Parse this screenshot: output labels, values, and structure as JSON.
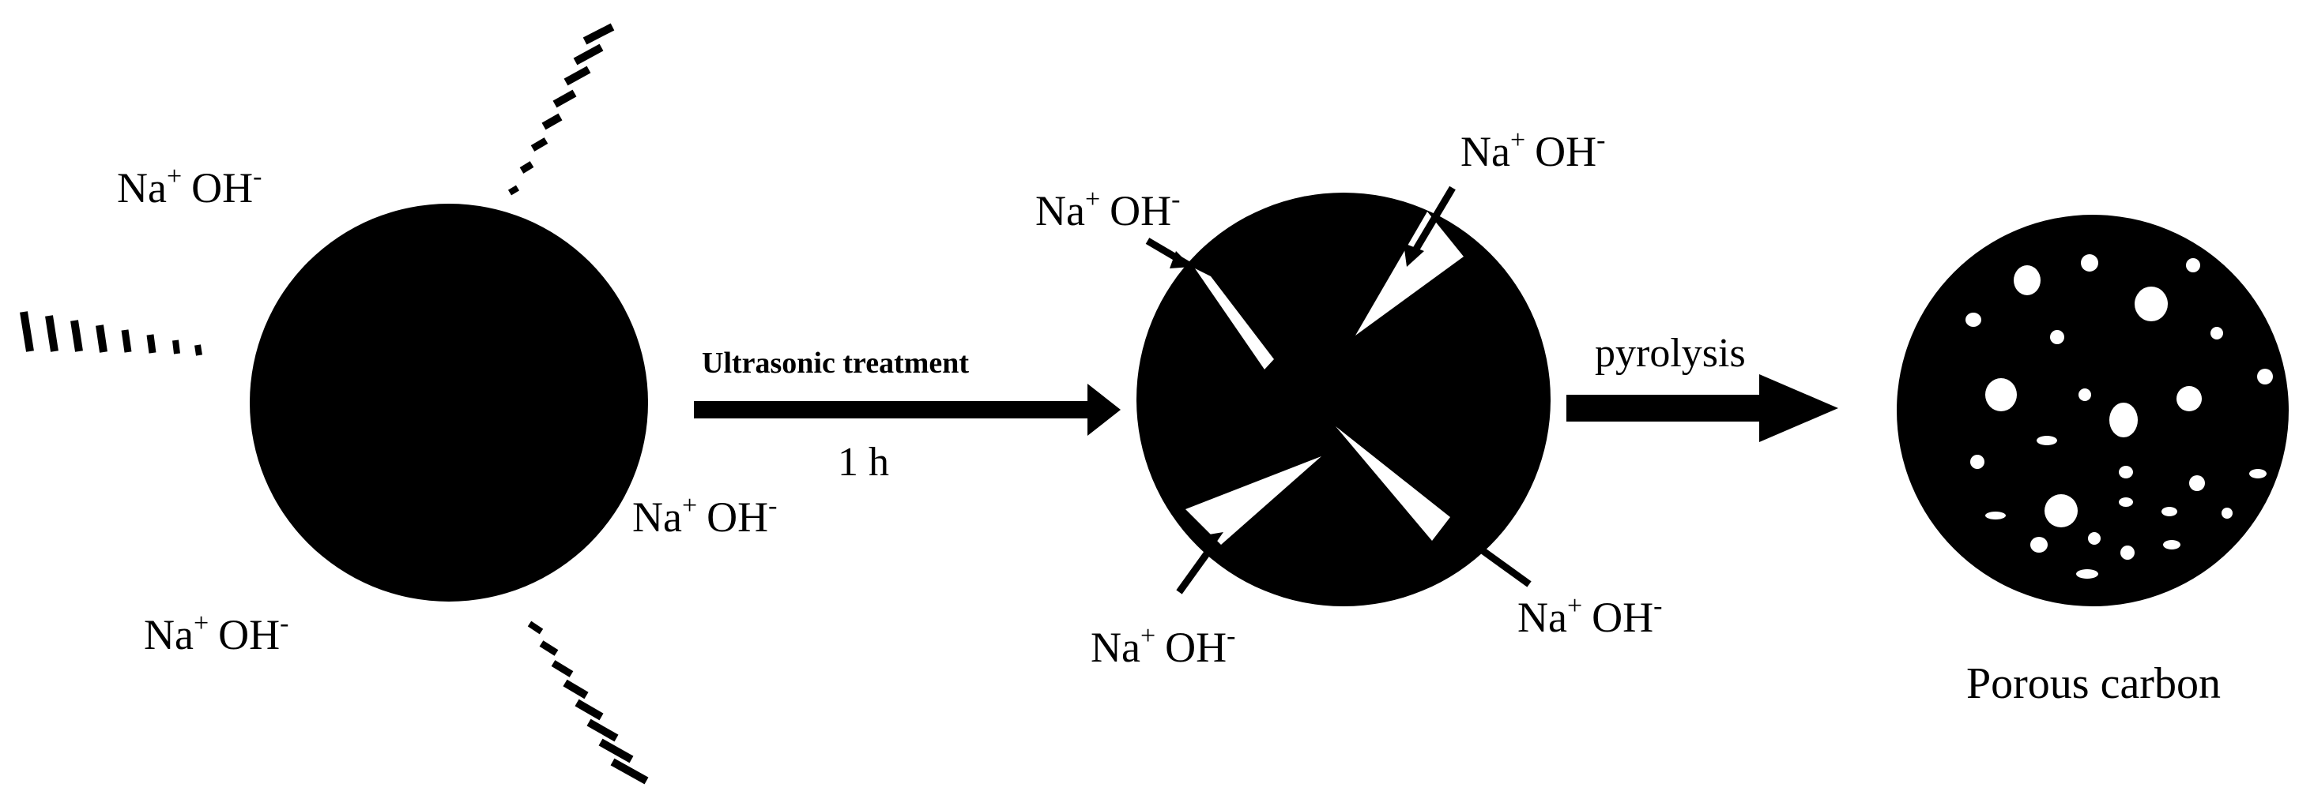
{
  "ion_label": {
    "cation": "Na",
    "cation_charge": "+",
    "anion": "OH",
    "anion_charge": "-"
  },
  "step1": {
    "label": "Ultrasonic treatment",
    "time": "1 h"
  },
  "step2": {
    "label": "pyrolysis"
  },
  "product_caption": "Porous carbon",
  "colors": {
    "particle": "#000000",
    "pore": "#ffffff",
    "background": "#ffffff"
  }
}
